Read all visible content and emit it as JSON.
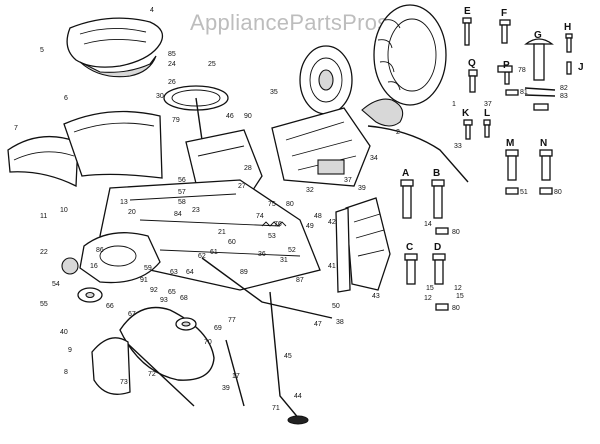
{
  "watermark": "AppliancePartsPros.com",
  "callouts": {
    "c1": "1",
    "c2": "2",
    "c4": "4",
    "c5": "5",
    "c6": "6",
    "c7": "7",
    "c8": "8",
    "c9": "9",
    "c10": "10",
    "c11": "11",
    "c12a": "12",
    "c12b": "12",
    "c13": "13",
    "c14": "14",
    "c15a": "15",
    "c15b": "15",
    "c16": "16",
    "c17": "17",
    "c20": "20",
    "c21": "21",
    "c22": "22",
    "c23": "23",
    "c24": "24",
    "c25": "25",
    "c26": "26",
    "c27": "27",
    "c28": "28",
    "c30": "30",
    "c31": "31",
    "c32": "32",
    "c33": "33",
    "c34": "34",
    "c35": "35",
    "c36": "36",
    "c37a": "37",
    "c37b": "37",
    "c38": "38",
    "c39a": "39",
    "c39b": "39",
    "c40": "40",
    "c41": "41",
    "c42": "42",
    "c43": "43",
    "c44": "44",
    "c45": "45",
    "c46": "46",
    "c47": "47",
    "c48": "48",
    "c49": "49",
    "c50": "50",
    "c51": "51",
    "c52": "52",
    "c53": "53",
    "c54": "54",
    "c55": "55",
    "c56": "56",
    "c57": "57",
    "c58": "58",
    "c59": "59",
    "c60": "60",
    "c61": "61",
    "c62": "62",
    "c63": "63",
    "c64": "64",
    "c65": "65",
    "c66": "66",
    "c67": "67",
    "c68": "68",
    "c69": "69",
    "c70": "70",
    "c71": "71",
    "c72": "72",
    "c73": "73",
    "c74": "74",
    "c75": "75",
    "c76": "76",
    "c77": "77",
    "c78": "78",
    "c79": "79",
    "c80a": "80",
    "c80b": "80",
    "c80c": "80",
    "c80d": "80",
    "c81": "81",
    "c82": "82",
    "c83": "83",
    "c84": "84",
    "c85": "85",
    "c86": "86",
    "c87": "87",
    "c89": "89",
    "c90": "90",
    "c91": "91",
    "c92": "92",
    "c93": "93"
  },
  "letters": {
    "A": "A",
    "B": "B",
    "C": "C",
    "D": "D",
    "E": "E",
    "F": "F",
    "G": "G",
    "H": "H",
    "J": "J",
    "K": "K",
    "L": "L",
    "M": "M",
    "N": "N",
    "P": "P",
    "Q": "Q"
  }
}
